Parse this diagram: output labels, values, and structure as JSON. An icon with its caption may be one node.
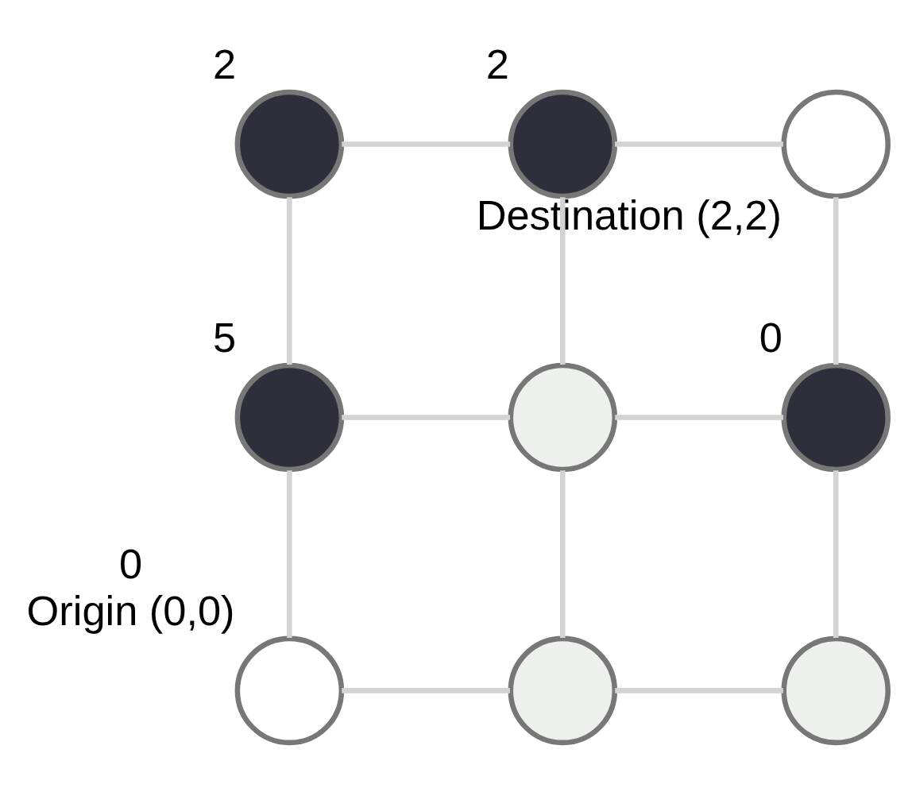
{
  "diagram": {
    "nodes": [
      {
        "text": [],
        "shape": "circle",
        "beside": [
          "2"
        ]
      },
      {
        "text": [],
        "shape": "circle",
        "beside": [
          "2"
        ]
      },
      {
        "text": [],
        "shape": "circle",
        "beside": [
          "Destination (2,2)"
        ]
      },
      {
        "text": [],
        "shape": "circle",
        "beside": [
          "5"
        ]
      },
      {
        "text": [],
        "shape": "circle"
      },
      {
        "text": [],
        "shape": "circle",
        "beside": [
          "0"
        ]
      },
      {
        "text": [],
        "shape": "circle",
        "beside": [
          "0",
          "Origin (0,0)"
        ]
      },
      {
        "text": [],
        "shape": "circle"
      },
      {
        "text": [],
        "shape": "circle"
      }
    ],
    "edges": [
      {
        "from": 0,
        "to": 1,
        "arrow": "none"
      },
      {
        "from": 1,
        "to": 2,
        "arrow": "none"
      },
      {
        "from": 0,
        "to": 3,
        "arrow": "none"
      },
      {
        "from": 1,
        "to": 4,
        "arrow": "none"
      },
      {
        "from": 2,
        "to": 5,
        "arrow": "none"
      },
      {
        "from": 3,
        "to": 4,
        "arrow": "none"
      },
      {
        "from": 4,
        "to": 5,
        "arrow": "none"
      },
      {
        "from": 3,
        "to": 6,
        "arrow": "none"
      },
      {
        "from": 4,
        "to": 7,
        "arrow": "none"
      },
      {
        "from": 5,
        "to": 8,
        "arrow": "none"
      },
      {
        "from": 6,
        "to": 7,
        "arrow": "none"
      },
      {
        "from": 7,
        "to": 8,
        "arrow": "none"
      }
    ]
  }
}
